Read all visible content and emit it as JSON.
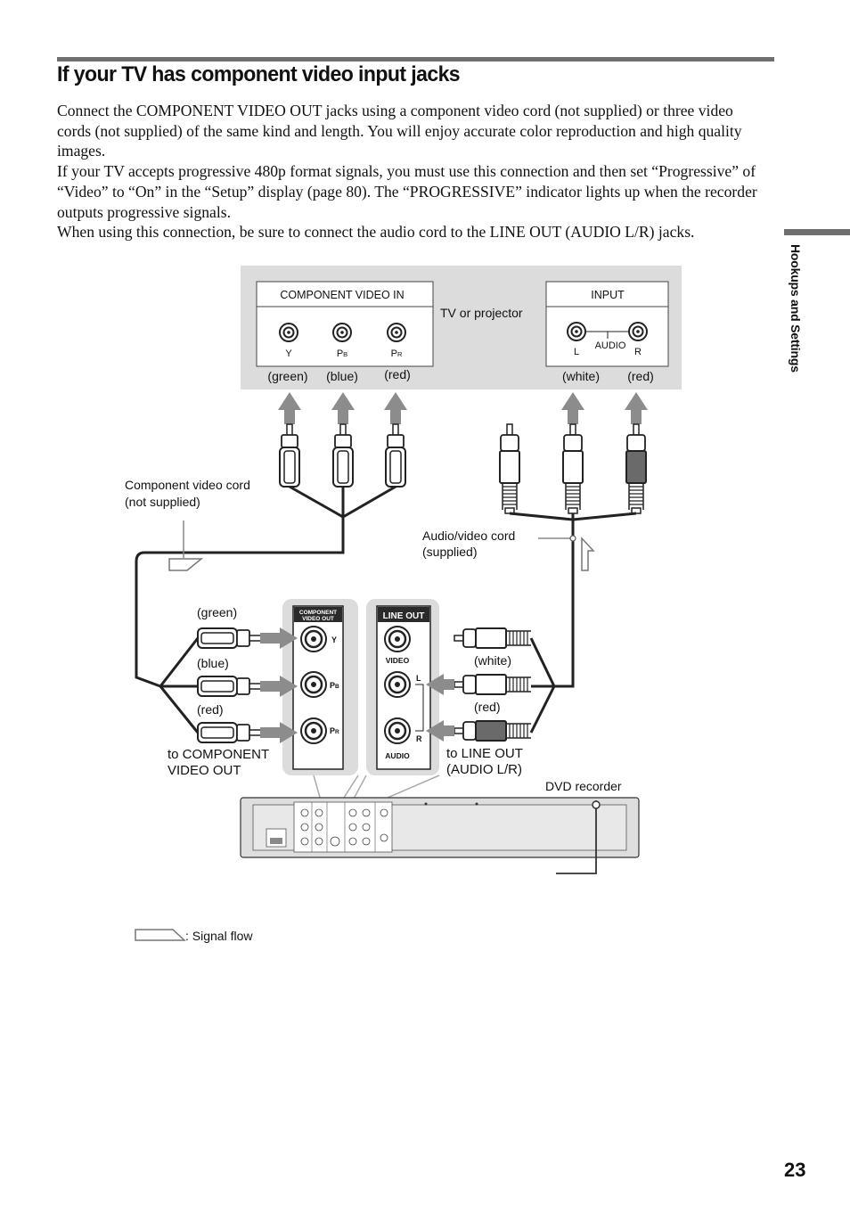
{
  "heading": "If your TV has component video input jacks",
  "paragraphs": [
    "Connect the COMPONENT VIDEO OUT jacks using a component video cord (not supplied) or three video cords (not supplied) of the same kind and length. You will enjoy accurate color reproduction and high quality images.",
    "If your TV accepts progressive 480p format signals, you must use this connection and then set “Progressive” of “Video” to “On” in the “Setup” display (page 80). The “PROGRESSIVE” indicator lights up when the recorder outputs progressive signals.",
    "When using this connection, be sure to connect the audio cord to the LINE OUT (AUDIO L/R) jacks."
  ],
  "side_tab": "Hookups and Settings",
  "page_number": "23",
  "diagram": {
    "tv": {
      "label": "TV or projector",
      "component_box_title": "COMPONENT VIDEO IN",
      "jack_y": "Y",
      "jack_pb": "P",
      "jack_pb_sub": "B",
      "jack_pr": "P",
      "jack_pr_sub": "R",
      "input_box_title": "INPUT",
      "audio_label": "AUDIO",
      "audio_l": "L",
      "audio_r": "R",
      "color_green": "(green)",
      "color_blue": "(blue)",
      "color_red": "(red)",
      "color_white": "(white)",
      "color_red_audio": "(red)"
    },
    "component_cord": [
      "Component video cord",
      "(not supplied)"
    ],
    "av_cord": [
      "Audio/video cord",
      "(supplied)"
    ],
    "recorder_component": {
      "panel_title": [
        "COMPONENT",
        "VIDEO OUT"
      ],
      "jack_y": "Y",
      "jack_pb": "P",
      "jack_pb_sub": "B",
      "jack_pr": "P",
      "jack_pr_sub": "R",
      "green": "(green)",
      "blue": "(blue)",
      "red": "(red)",
      "caption": [
        "to COMPONENT",
        "VIDEO OUT"
      ]
    },
    "recorder_line_out": {
      "panel_title": "LINE OUT",
      "video": "VIDEO",
      "audio": "AUDIO",
      "l": "L",
      "r": "R",
      "white": "(white)",
      "red": "(red)",
      "caption": [
        "to LINE OUT",
        "(AUDIO L/R)"
      ]
    },
    "recorder_label": "DVD recorder",
    "legend": ": Signal flow",
    "colors": {
      "tv_panel": "#dcdcdc",
      "arrow": "#8c8c8c",
      "plug_white": "#ffffff",
      "plug_dark": "#6a6a6a",
      "rule": "#6f6f6f"
    }
  }
}
